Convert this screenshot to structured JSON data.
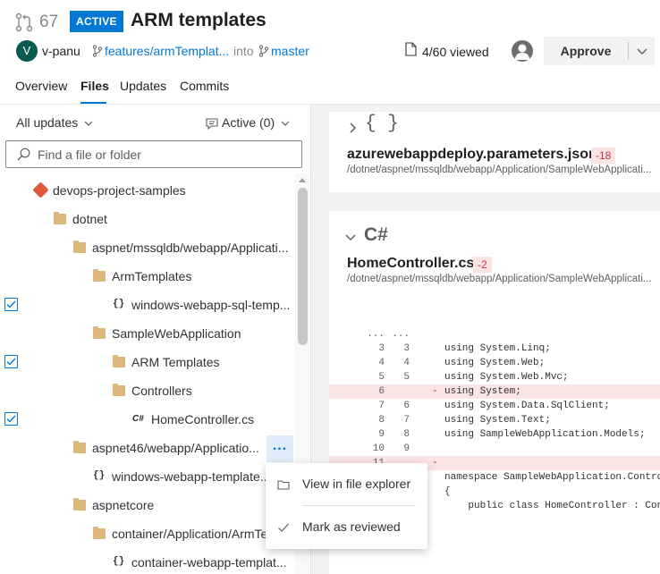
{
  "pr": {
    "number": "67",
    "status": "ACTIVE",
    "title": "ARM templates",
    "author_initial": "V",
    "author": "v-panu",
    "source_branch": "features/armTemplat...",
    "into": "into",
    "target_branch": "master",
    "viewed": "4/60 viewed",
    "approve_label": "Approve"
  },
  "tabs": [
    "Overview",
    "Files",
    "Updates",
    "Commits"
  ],
  "active_tab": "Files",
  "filters": {
    "updates": "All updates",
    "comments": "Active (0)"
  },
  "search": {
    "placeholder": "Find a file or folder"
  },
  "tree": [
    {
      "label": "devops-project-samples",
      "kind": "repo",
      "checked": false
    },
    {
      "label": "dotnet",
      "kind": "folder",
      "checked": false
    },
    {
      "label": "aspnet/mssqldb/webapp/Applicati...",
      "kind": "folder",
      "checked": false
    },
    {
      "label": "ArmTemplates",
      "kind": "folder",
      "checked": false
    },
    {
      "label": "windows-webapp-sql-temp...",
      "kind": "json",
      "checked": true
    },
    {
      "label": "SampleWebApplication",
      "kind": "folder",
      "checked": false
    },
    {
      "label": "ARM Templates",
      "kind": "folder",
      "checked": true
    },
    {
      "label": "Controllers",
      "kind": "folder",
      "checked": false
    },
    {
      "label": "HomeController.cs",
      "kind": "cs",
      "checked": true
    },
    {
      "label": "aspnet46/webapp/Applicatio...",
      "kind": "folder",
      "checked": false
    },
    {
      "label": "windows-webapp-template...",
      "kind": "json",
      "checked": false
    },
    {
      "label": "aspnetcore",
      "kind": "folder",
      "checked": false
    },
    {
      "label": "container/Application/ArmTe...",
      "kind": "folder",
      "checked": false
    },
    {
      "label": "container-webapp-templat...",
      "kind": "json",
      "checked": false
    }
  ],
  "more_label": "...",
  "context_menu": {
    "view_in_explorer": "View in file explorer",
    "mark_reviewed": "Mark as reviewed"
  },
  "cards": [
    {
      "type": "{ }",
      "file": "azurewebappdeploy.parameters.json",
      "delta": "-18",
      "path": "/dotnet/aspnet/mssqldb/webapp/Application/SampleWebApplicati..."
    },
    {
      "type": "C#",
      "file": "HomeController.cs",
      "delta": "-2",
      "path": "/dotnet/aspnet/mssqldb/webapp/Application/SampleWebApplicati..."
    }
  ],
  "diff": [
    {
      "a": "...",
      "b": "...",
      "mark": "",
      "text": "",
      "del": false
    },
    {
      "a": "3",
      "b": "3",
      "mark": "",
      "text": "using System.Linq;",
      "del": false
    },
    {
      "a": "4",
      "b": "4",
      "mark": "",
      "text": "using System.Web;",
      "del": false
    },
    {
      "a": "5",
      "b": "5",
      "mark": "",
      "text": "using System.Web.Mvc;",
      "del": false
    },
    {
      "a": "6",
      "b": "",
      "mark": "-",
      "text": "using System;",
      "del": true
    },
    {
      "a": "7",
      "b": "6",
      "mark": "",
      "text": "using System.Data.SqlClient;",
      "del": false
    },
    {
      "a": "8",
      "b": "7",
      "mark": "",
      "text": "using System.Text;",
      "del": false
    },
    {
      "a": "9",
      "b": "8",
      "mark": "",
      "text": "using SampleWebApplication.Models;",
      "del": false
    },
    {
      "a": "10",
      "b": "9",
      "mark": "",
      "text": "",
      "del": false
    },
    {
      "a": "11",
      "b": "",
      "mark": "-",
      "text": "",
      "del": true
    },
    {
      "a": "",
      "b": "",
      "mark": "",
      "text": "namespace SampleWebApplication.Contro",
      "del": false
    },
    {
      "a": "",
      "b": "",
      "mark": "",
      "text": "{",
      "del": false
    },
    {
      "a": "",
      "b": "",
      "mark": "",
      "text": "    public class HomeController : Con",
      "del": false
    }
  ],
  "colors": {
    "accent": "#0078d4",
    "deleted_bg": "#fbe4e4",
    "deleted_text": "#c4314b",
    "folder": "#dcb67a"
  }
}
